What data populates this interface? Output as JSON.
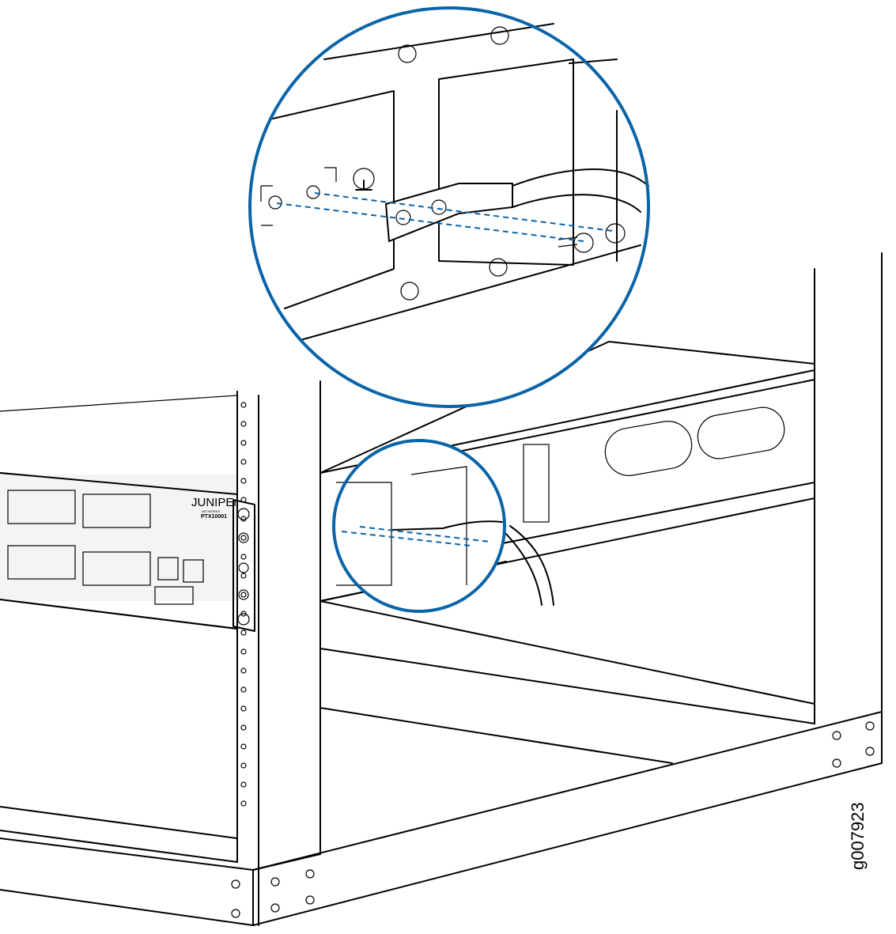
{
  "figure": {
    "id_label": "g007923",
    "device_logo": "JUNIPEr",
    "device_logo_sub": "NETWORKS",
    "device_model": "PTX10001",
    "callout_color": "#0a64a8"
  }
}
